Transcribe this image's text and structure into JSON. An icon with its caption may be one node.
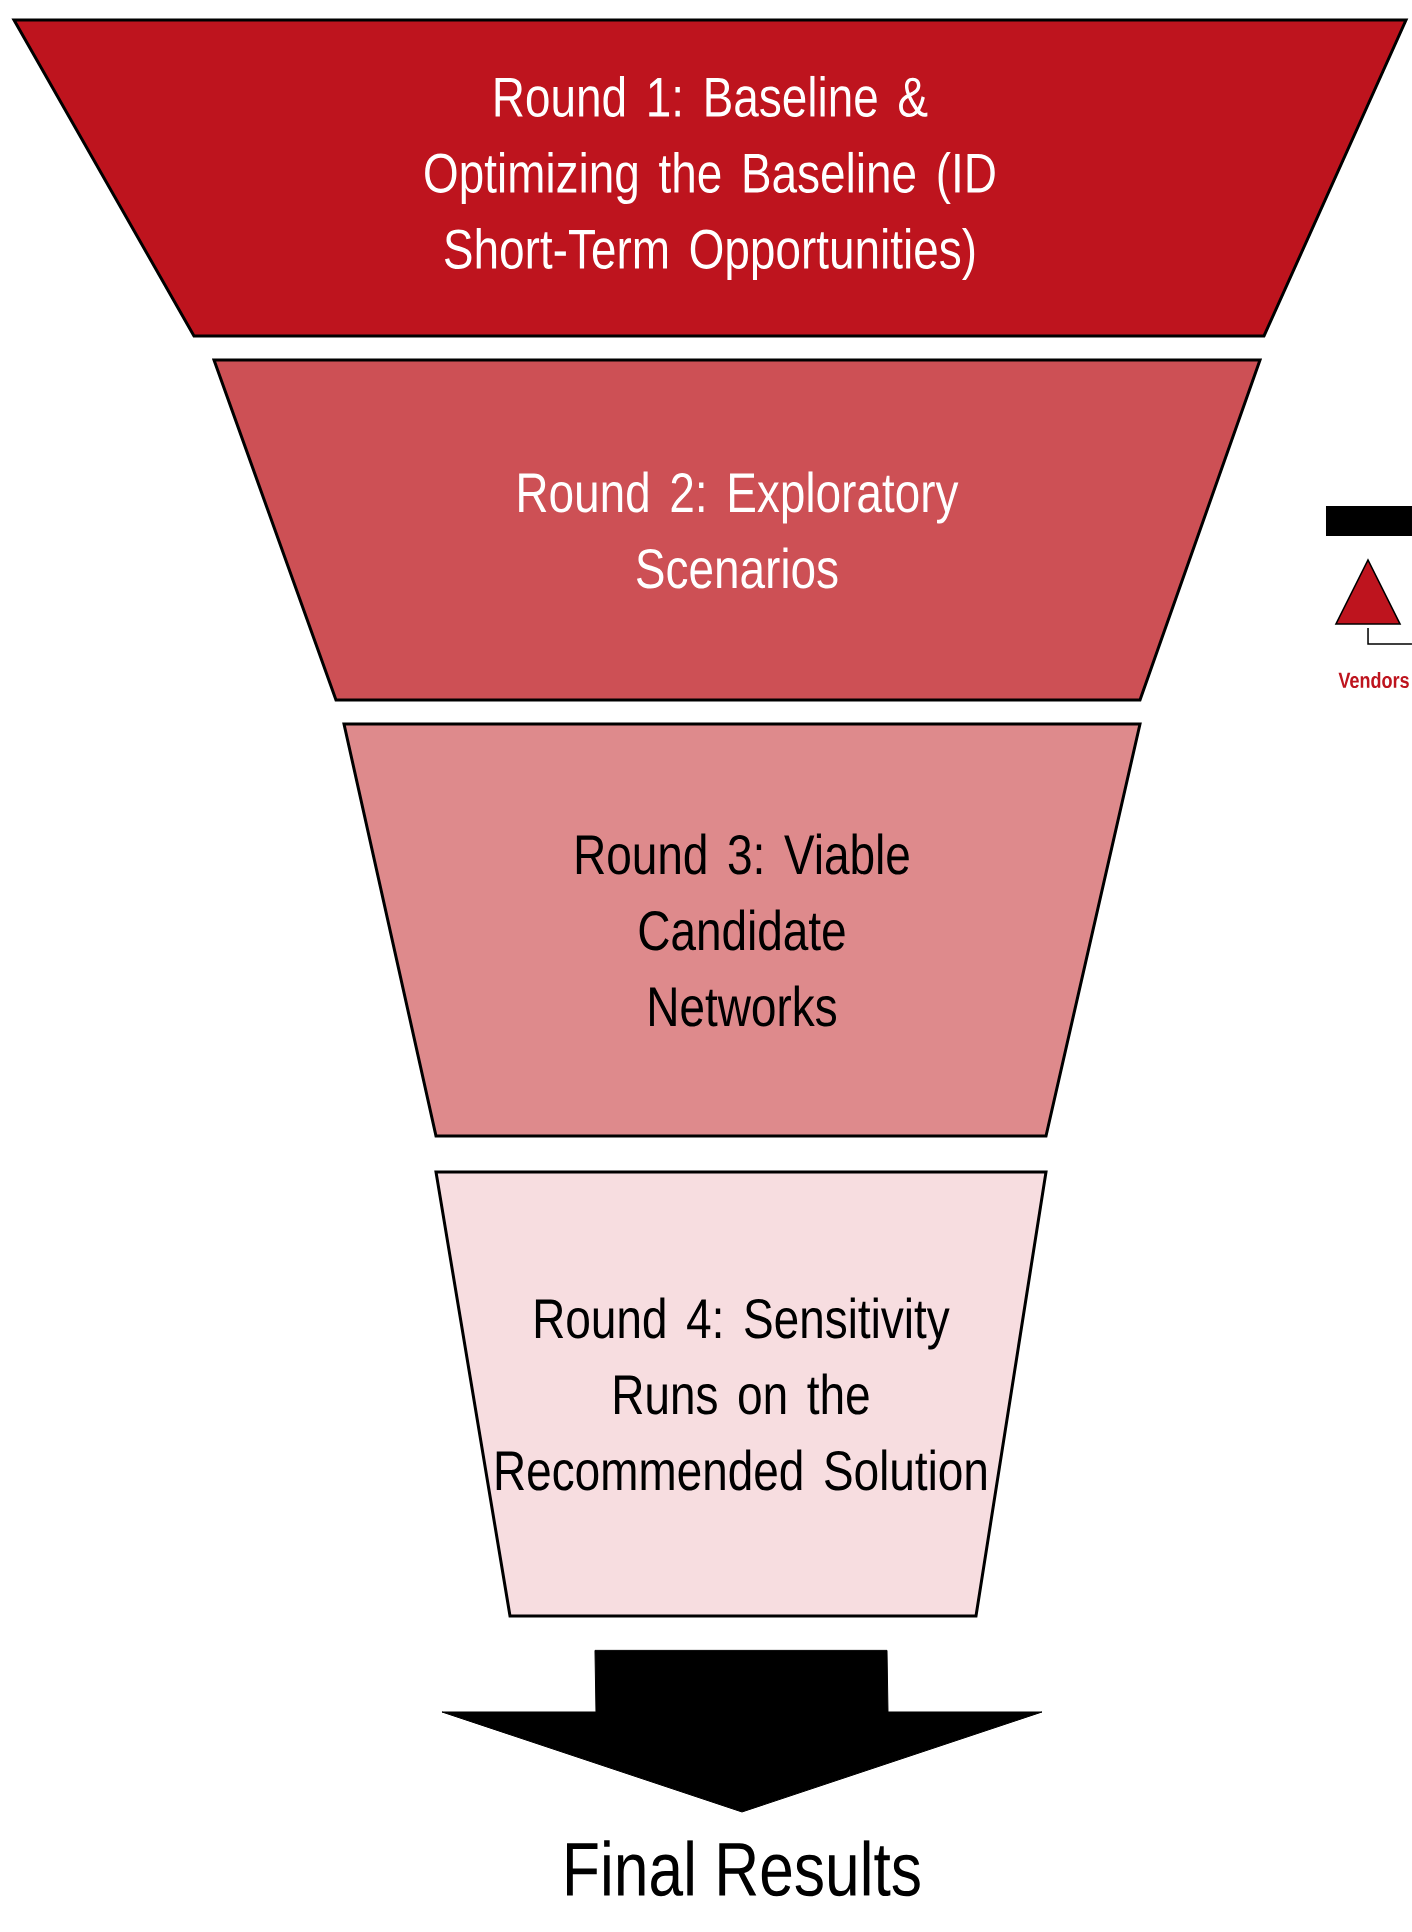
{
  "diagram": {
    "nodes": [
      {
        "text": [
          "Round 1: Baseline & Optimizing the Baseline (ID Short-Term Opportunities)"
        ]
      },
      {
        "text": [
          "Round 2: Exploratory Scenarios"
        ]
      },
      {
        "text": [
          "Round 3: Viable Candidate Networks"
        ]
      },
      {
        "text": [
          "Round 4: Sensitivity Runs on the Recommended Solution"
        ]
      },
      {
        "text": [
          "Final Results"
        ]
      }
    ],
    "edges": [
      {
        "from": 3,
        "to": 4,
        "arrow": "to",
        "style": "thick"
      }
    ],
    "labels": [
      "Vendors"
    ]
  }
}
